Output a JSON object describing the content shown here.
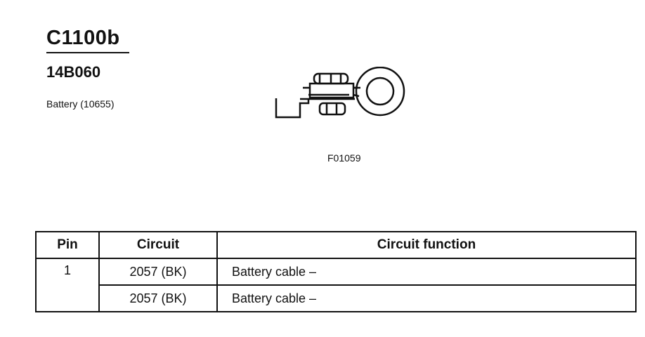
{
  "connector": {
    "id": "C1100b",
    "part_number": "14B060",
    "description": "Battery (10655)",
    "figure_code": "F01059"
  },
  "table": {
    "headers": [
      "Pin",
      "Circuit",
      "Circuit function"
    ],
    "pin": "1",
    "rows": [
      {
        "circuit": "2057 (BK)",
        "function": "Battery cable –"
      },
      {
        "circuit": "2057 (BK)",
        "function": "Battery cable –"
      }
    ]
  }
}
